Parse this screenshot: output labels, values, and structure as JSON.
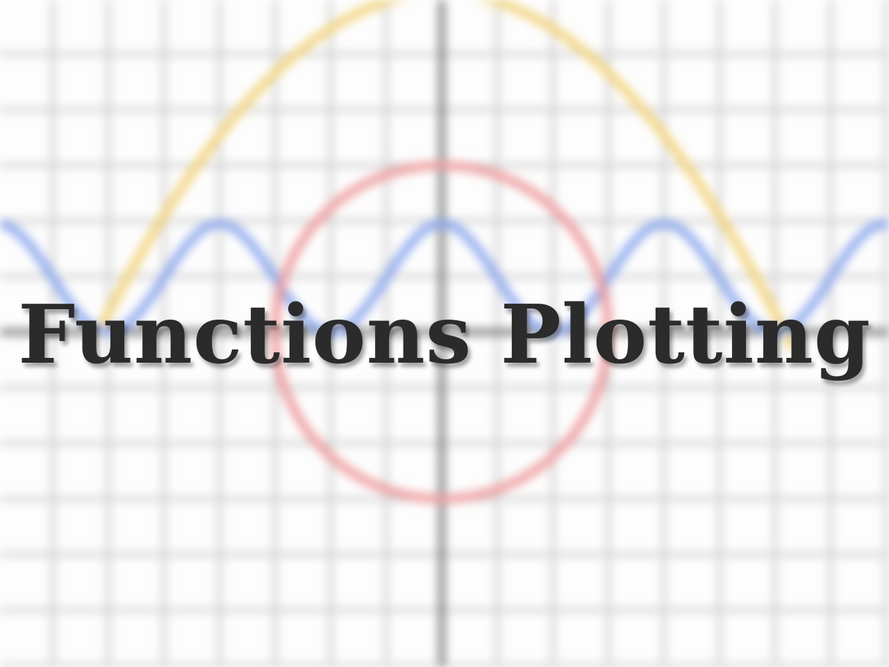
{
  "title": "Functions Plotting",
  "background": {
    "grid_color": "#cfcfcf",
    "axis_color": "#7a7a7a",
    "curves": [
      {
        "icon": "parabola",
        "color": "#f2d27a"
      },
      {
        "icon": "cosine-wave",
        "color": "#8aa6ee"
      },
      {
        "icon": "circle",
        "color": "#ee9a9c"
      }
    ]
  }
}
